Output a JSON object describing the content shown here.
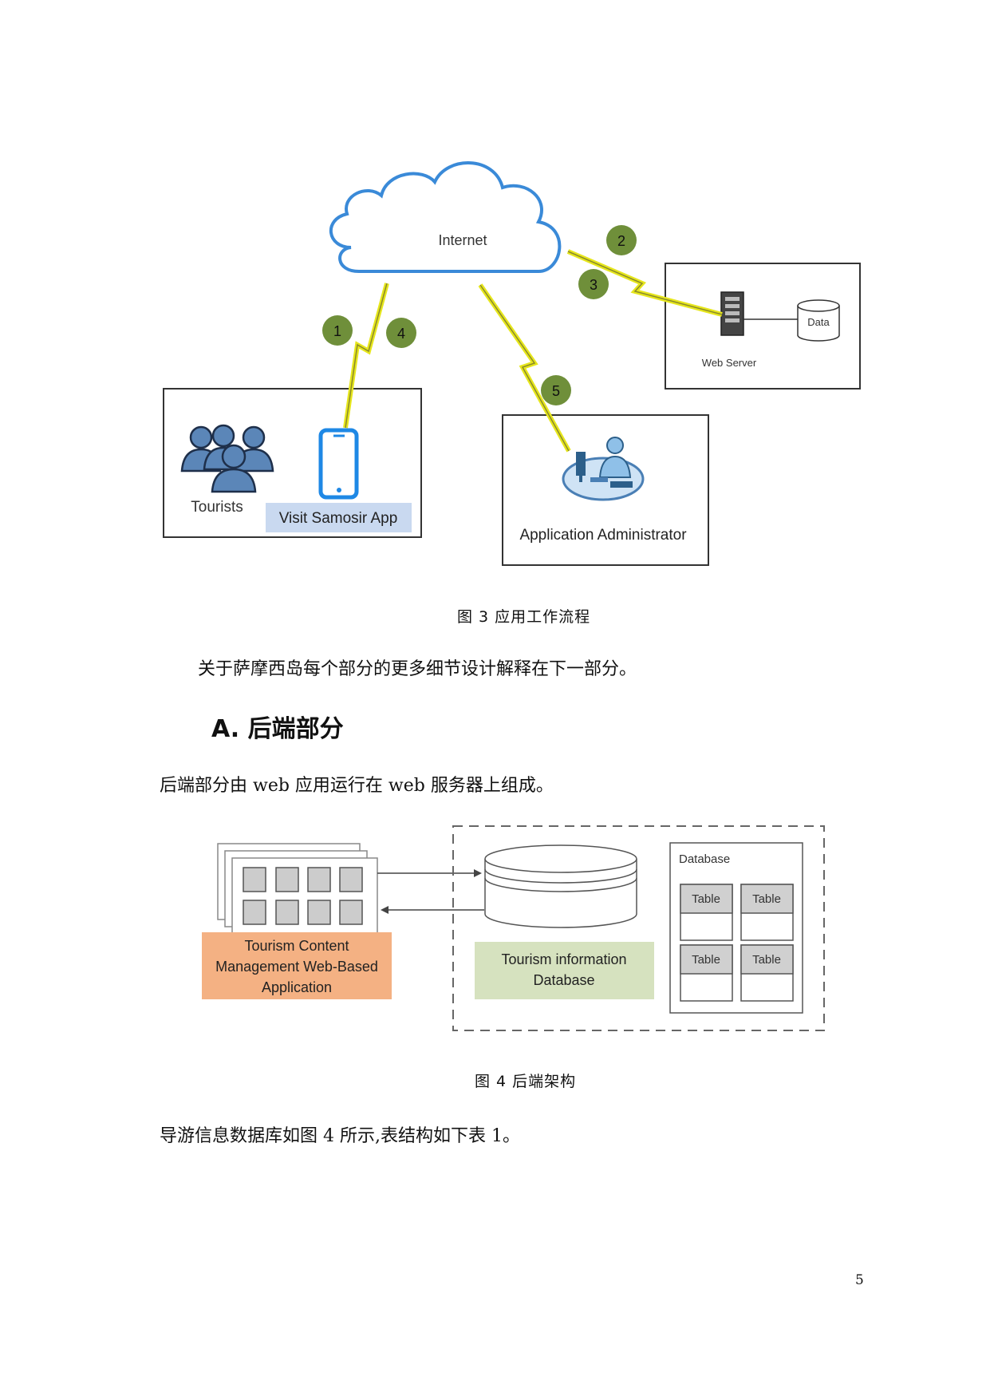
{
  "figure3": {
    "internet_label": "Internet",
    "web_server_label": "Web Server",
    "data_label": "Data",
    "tourists_label": "Tourists",
    "app_label": "Visit Samosir App",
    "admin_label": "Application Administrator",
    "steps": [
      "1",
      "2",
      "3",
      "4",
      "5"
    ],
    "caption": "图 3 应用工作流程"
  },
  "para1": "关于萨摩西岛每个部分的更多细节设计解释在下一部分。",
  "section_heading": "A. 后端部分",
  "para2": "后端部分由 web 应用运行在 web 服务器上组成。",
  "figure4": {
    "app_label_line1": "Tourism Content",
    "app_label_line2": "Management Web-Based",
    "app_label_line3": "Application",
    "db_label_line1": "Tourism information",
    "db_label_line2": "Database",
    "database_title": "Database",
    "table_labels": [
      "Table",
      "Table",
      "Table",
      "Table"
    ],
    "caption": "图 4 后端架构"
  },
  "para3": "导游信息数据库如图 4 所示,表结构如下表 1。",
  "page_number": "5",
  "colors": {
    "step_circle": "#6f8f3a",
    "lightning": "#e6e61c",
    "app_label_bg": "#c9d9f0",
    "orange_box": "#f4b183",
    "green_box": "#d6e2bf",
    "cloud_stroke": "#3a8ad8"
  }
}
